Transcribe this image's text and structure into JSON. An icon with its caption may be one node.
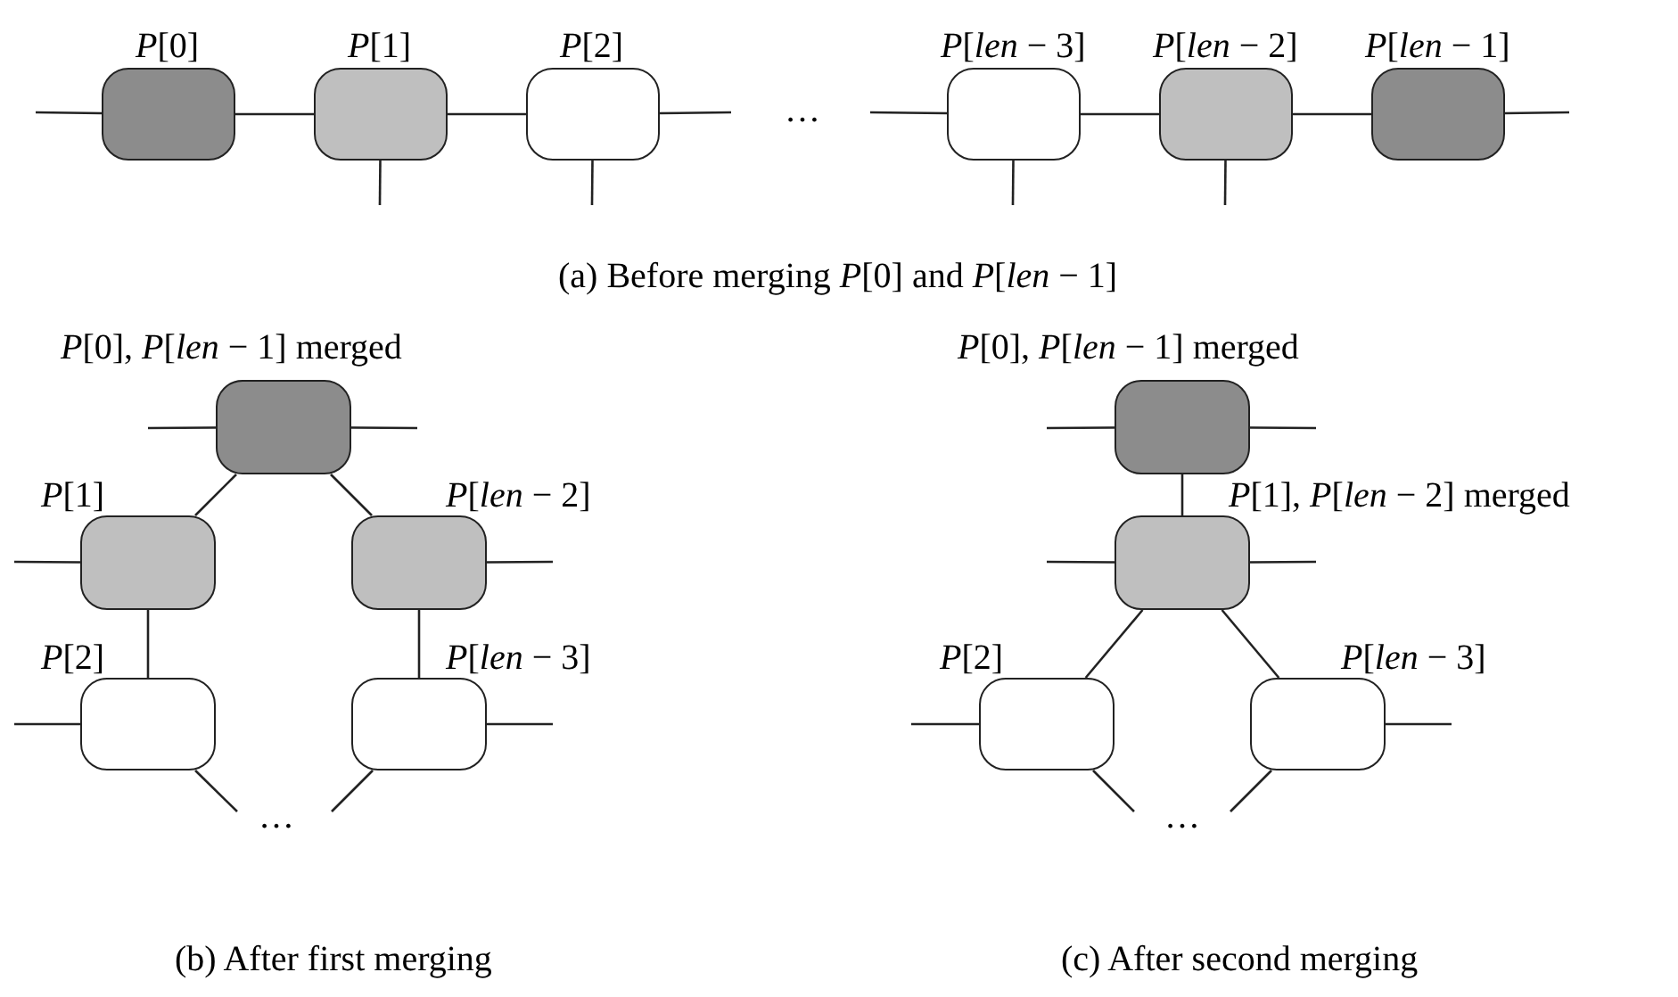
{
  "diagram": {
    "nodes": [
      {
        "text": [
          "*P*[0]"
        ]
      },
      {
        "text": [
          "*P*[1]"
        ]
      },
      {
        "text": [
          "*P*[2]"
        ]
      },
      {
        "text": [
          "*P*[*len* − 3]"
        ]
      },
      {
        "text": [
          "*P*[*len* − 2]"
        ]
      },
      {
        "text": [
          "*P*[*len* − 1]"
        ]
      },
      {
        "text": [
          "*P*[0], *P*[*len* − 1] merged"
        ]
      },
      {
        "text": [
          "*P*[1]"
        ]
      },
      {
        "text": [
          "*P*[*len* − 2]"
        ]
      },
      {
        "text": [
          "*P*[2]"
        ]
      },
      {
        "text": [
          "*P*[*len* − 3]"
        ]
      },
      {
        "text": [
          "*P*[0], *P*[*len* − 1] merged"
        ]
      },
      {
        "text": [
          "*P*[1], *P*[*len* − 2] merged"
        ]
      },
      {
        "text": [
          "*P*[2]"
        ]
      },
      {
        "text": [
          "*P*[*len* − 3]"
        ]
      }
    ],
    "edges": [
      {
        "from": null,
        "to": 0,
        "arrow": "none"
      },
      {
        "from": 0,
        "to": 1,
        "arrow": "none"
      },
      {
        "from": 1,
        "to": 2,
        "arrow": "none"
      },
      {
        "from": 2,
        "to": null,
        "arrow": "none"
      },
      {
        "from": null,
        "to": 3,
        "arrow": "none"
      },
      {
        "from": 3,
        "to": 4,
        "arrow": "none"
      },
      {
        "from": 4,
        "to": 5,
        "arrow": "none"
      },
      {
        "from": 5,
        "to": null,
        "arrow": "none"
      },
      {
        "from": 1,
        "to": null,
        "arrow": "none"
      },
      {
        "from": 2,
        "to": null,
        "arrow": "none"
      },
      {
        "from": 3,
        "to": null,
        "arrow": "none"
      },
      {
        "from": 4,
        "to": null,
        "arrow": "none"
      },
      {
        "from": null,
        "to": 6,
        "arrow": "none"
      },
      {
        "from": 6,
        "to": null,
        "arrow": "none"
      },
      {
        "from": 6,
        "to": 7,
        "arrow": "none"
      },
      {
        "from": 6,
        "to": 8,
        "arrow": "none"
      },
      {
        "from": null,
        "to": 7,
        "arrow": "none"
      },
      {
        "from": 8,
        "to": null,
        "arrow": "none"
      },
      {
        "from": 7,
        "to": 9,
        "arrow": "none"
      },
      {
        "from": 8,
        "to": 10,
        "arrow": "none"
      },
      {
        "from": null,
        "to": 9,
        "arrow": "none"
      },
      {
        "from": 10,
        "to": null,
        "arrow": "none"
      },
      {
        "from": 9,
        "to": null,
        "arrow": "none"
      },
      {
        "from": 10,
        "to": null,
        "arrow": "none"
      },
      {
        "from": null,
        "to": 11,
        "arrow": "none"
      },
      {
        "from": 11,
        "to": null,
        "arrow": "none"
      },
      {
        "from": 11,
        "to": 12,
        "arrow": "none"
      },
      {
        "from": null,
        "to": 12,
        "arrow": "none"
      },
      {
        "from": 12,
        "to": null,
        "arrow": "none"
      },
      {
        "from": 12,
        "to": 13,
        "arrow": "none"
      },
      {
        "from": 12,
        "to": 14,
        "arrow": "none"
      },
      {
        "from": null,
        "to": 13,
        "arrow": "none"
      },
      {
        "from": 14,
        "to": null,
        "arrow": "none"
      },
      {
        "from": 13,
        "to": null,
        "arrow": "none"
      },
      {
        "from": 14,
        "to": null,
        "arrow": "none"
      }
    ],
    "labels": [
      "…",
      "(a) Before merging *P*[0] and *P*[*len* − 1]",
      "…",
      "…",
      "(b) After first merging",
      "(c) After second merging"
    ]
  }
}
